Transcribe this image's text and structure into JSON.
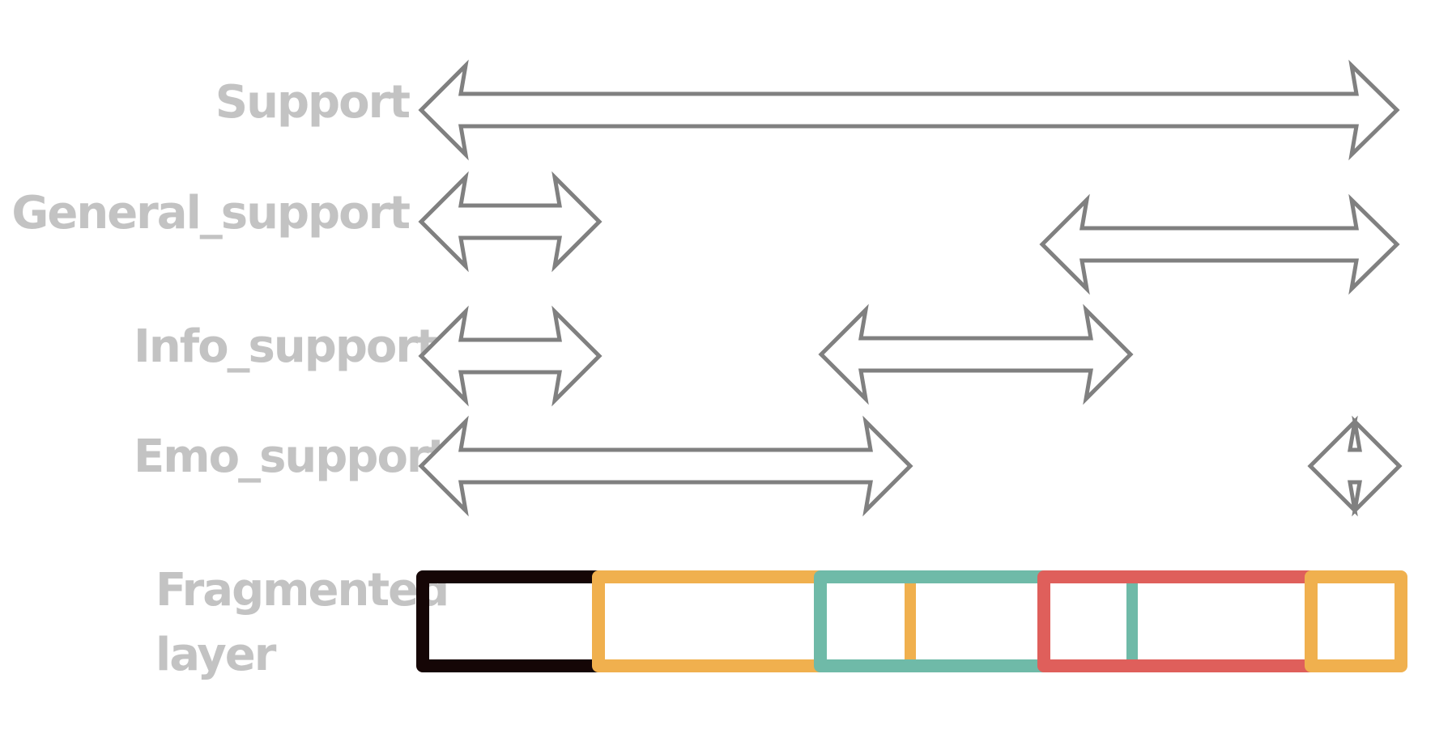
{
  "labels": {
    "support": "Support",
    "general_support": "General_support",
    "info_support": "Info_support",
    "emo_support": "Emo_support",
    "fragmented_line1": "Fragmented",
    "fragmented_line2": "layer"
  },
  "colors": {
    "label": "#c3c3c3",
    "arrow_stroke": "#808080",
    "black": "#150606",
    "orange": "#f0b04e",
    "teal": "#6fbaa8",
    "red": "#df5f5b"
  }
}
